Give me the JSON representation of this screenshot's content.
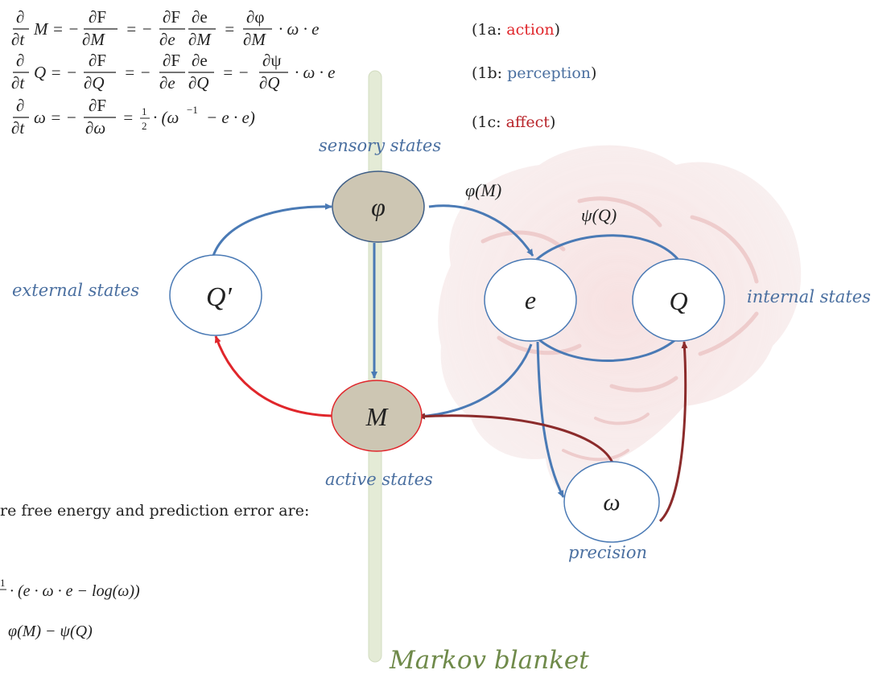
{
  "equations": {
    "eq_1a_tag": "(1a: ",
    "eq_1a_word": "action",
    "eq_1b_tag": "(1b: ",
    "eq_1b_word": "perception",
    "eq_1c_tag": "(1c: ",
    "eq_1c_word": "affect",
    "close": ")"
  },
  "nodes": {
    "sensory": "φ",
    "external": "Q′",
    "active": "M",
    "error": "e",
    "internal": "Q",
    "precision": "ω"
  },
  "labels": {
    "sensory_states": "sensory states",
    "external_states": "external states",
    "internal_states": "internal states",
    "active_states": "active states",
    "precision": "precision",
    "markov_blanket": "Markov blanket",
    "phi_m": "φ(M)",
    "psi_q": "ψ(Q)"
  },
  "footer": {
    "intro": "re free energy and prediction error are:",
    "f_eq": "· (e · ω · e − log(ω))",
    "e_eq": "φ(M)  −  ψ(Q)"
  },
  "colors": {
    "blue": "#4a7ab5",
    "red": "#e0262b",
    "darkred": "#8b2b2b",
    "tan": "#cdc6b3",
    "blanket": "#e4ebd6",
    "label_blue": "#4a6fa0",
    "green_text": "#6f8a4a"
  }
}
